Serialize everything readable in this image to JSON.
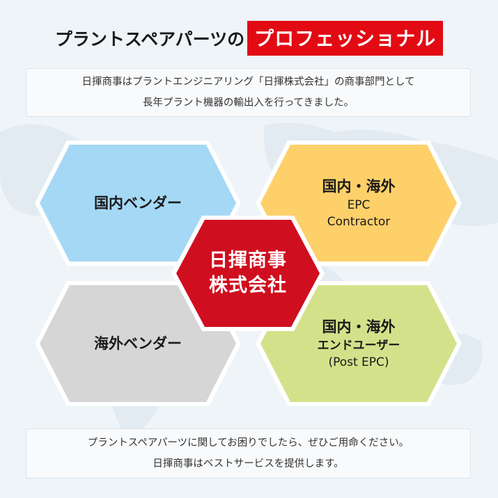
{
  "heading": {
    "plain": "プラントスペアパーツの",
    "emphasis": "プロフェッショナル"
  },
  "intro": {
    "line1": "日揮商事はプラントエンジニアリング「日揮株式会社」の商事部門として",
    "line2": "長年プラント機器の輸出入を行ってきました。"
  },
  "hexagons": {
    "top_left": {
      "label": "国内ベンダー",
      "color": "#a5d8f5"
    },
    "top_right": {
      "line1": "国内・海外",
      "line2": "EPC",
      "line3": "Contractor",
      "color": "#fdd06a"
    },
    "bottom_left": {
      "label": "海外ベンダー",
      "color": "#d6d6d6"
    },
    "bottom_right": {
      "line1": "国内・海外",
      "line2": "エンドユーザー",
      "line3": "(Post EPC)",
      "color": "#d3e28a"
    },
    "center": {
      "line1": "日揮商事",
      "line2": "株式会社",
      "color": "#cf0e1f"
    }
  },
  "closing": {
    "line1": "プラントスペアパーツに関してお困りでしたら、ぜひご用命ください。",
    "line2": "日揮商事はベストサービスを提供します。"
  },
  "colors": {
    "accent": "#e20b14",
    "background": "#eef4f8"
  }
}
